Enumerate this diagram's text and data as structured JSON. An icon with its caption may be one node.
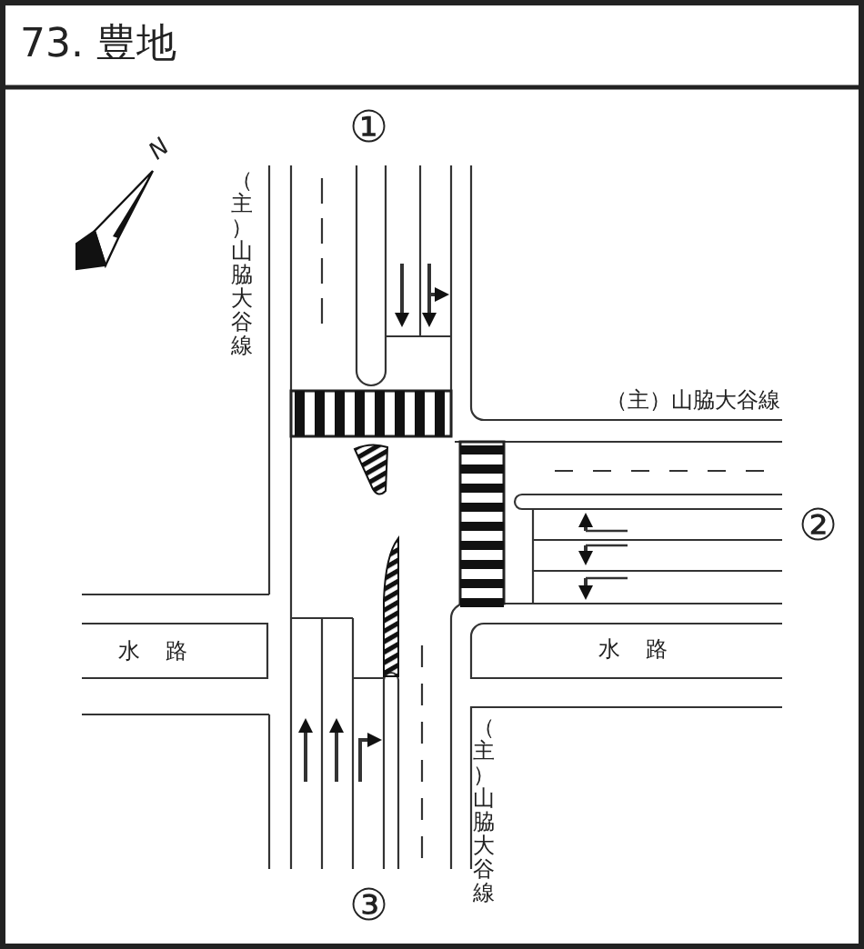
{
  "diagram": {
    "title": "73. 豊地",
    "labels": [
      "N",
      "①",
      "（主）山脇大谷線",
      "（主）山脇大谷線",
      "②",
      "水路",
      "水路",
      "（主）山脇大谷線",
      "③"
    ]
  }
}
